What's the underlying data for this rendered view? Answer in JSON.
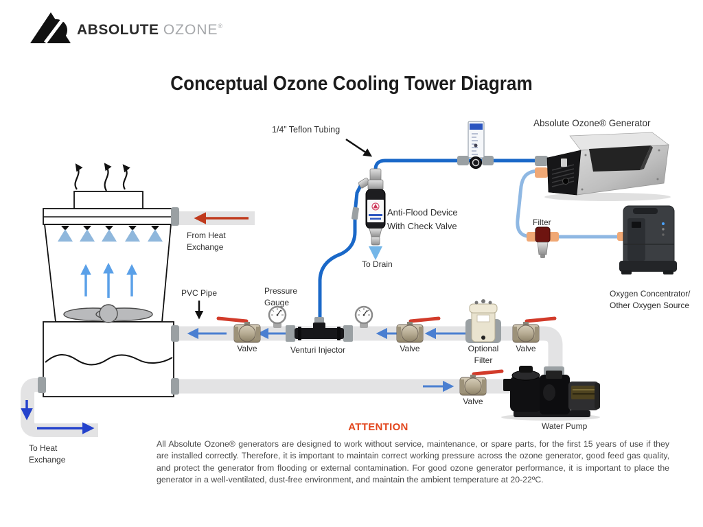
{
  "brand": {
    "word1": "ABSOLUTE",
    "word2": "OZONE",
    "reg": "®"
  },
  "title": "Conceptual Ozone Cooling Tower Diagram",
  "labels": {
    "teflon_tubing": "1/4” Teflon Tubing",
    "generator": "Absolute Ozone® Generator",
    "anti_flood": "Anti-Flood Device\nWith Check Valve",
    "filter": "Filter",
    "from_heat": "From Heat\nExchange",
    "to_drain": "To Drain",
    "pvc_pipe": "PVC Pipe",
    "pressure_gauge": "Pressure\nGauge",
    "oxygen_source": "Oxygen Concentrator/\nOther Oxygen Source",
    "valve": "Valve",
    "venturi_injector": "Venturi Injector",
    "optional_filter": "Optional Filter",
    "water_pump": "Water Pump",
    "to_heat": "To Heat\nExchange"
  },
  "attention": {
    "title": "ATTENTION",
    "body": "All Absolute Ozone® generators are designed to work without service, maintenance, or spare parts, for the first 15 years of use if they are installed correctly. Therefore, it is important to maintain correct working pressure across the ozone generator, good feed gas quality, and protect the generator from flooding or external contamination. For good ozone generator performance, it is important to place the generator in a well-ventilated, dust-free environment, and maintain the ambient temperature at 20-22ºC."
  },
  "colors": {
    "ozone_line": "#1a68c8",
    "oxygen_line": "#8fb8e3",
    "pipe": "#e3e3e4",
    "fitting": "#9aa0a3",
    "orange_fitting": "#f0a875",
    "flow_arrow": "#4a7fd1",
    "heat_in_arrow": "#c03a1d",
    "heat_out_arrow": "#2442cc",
    "attention": "#e2461d"
  }
}
